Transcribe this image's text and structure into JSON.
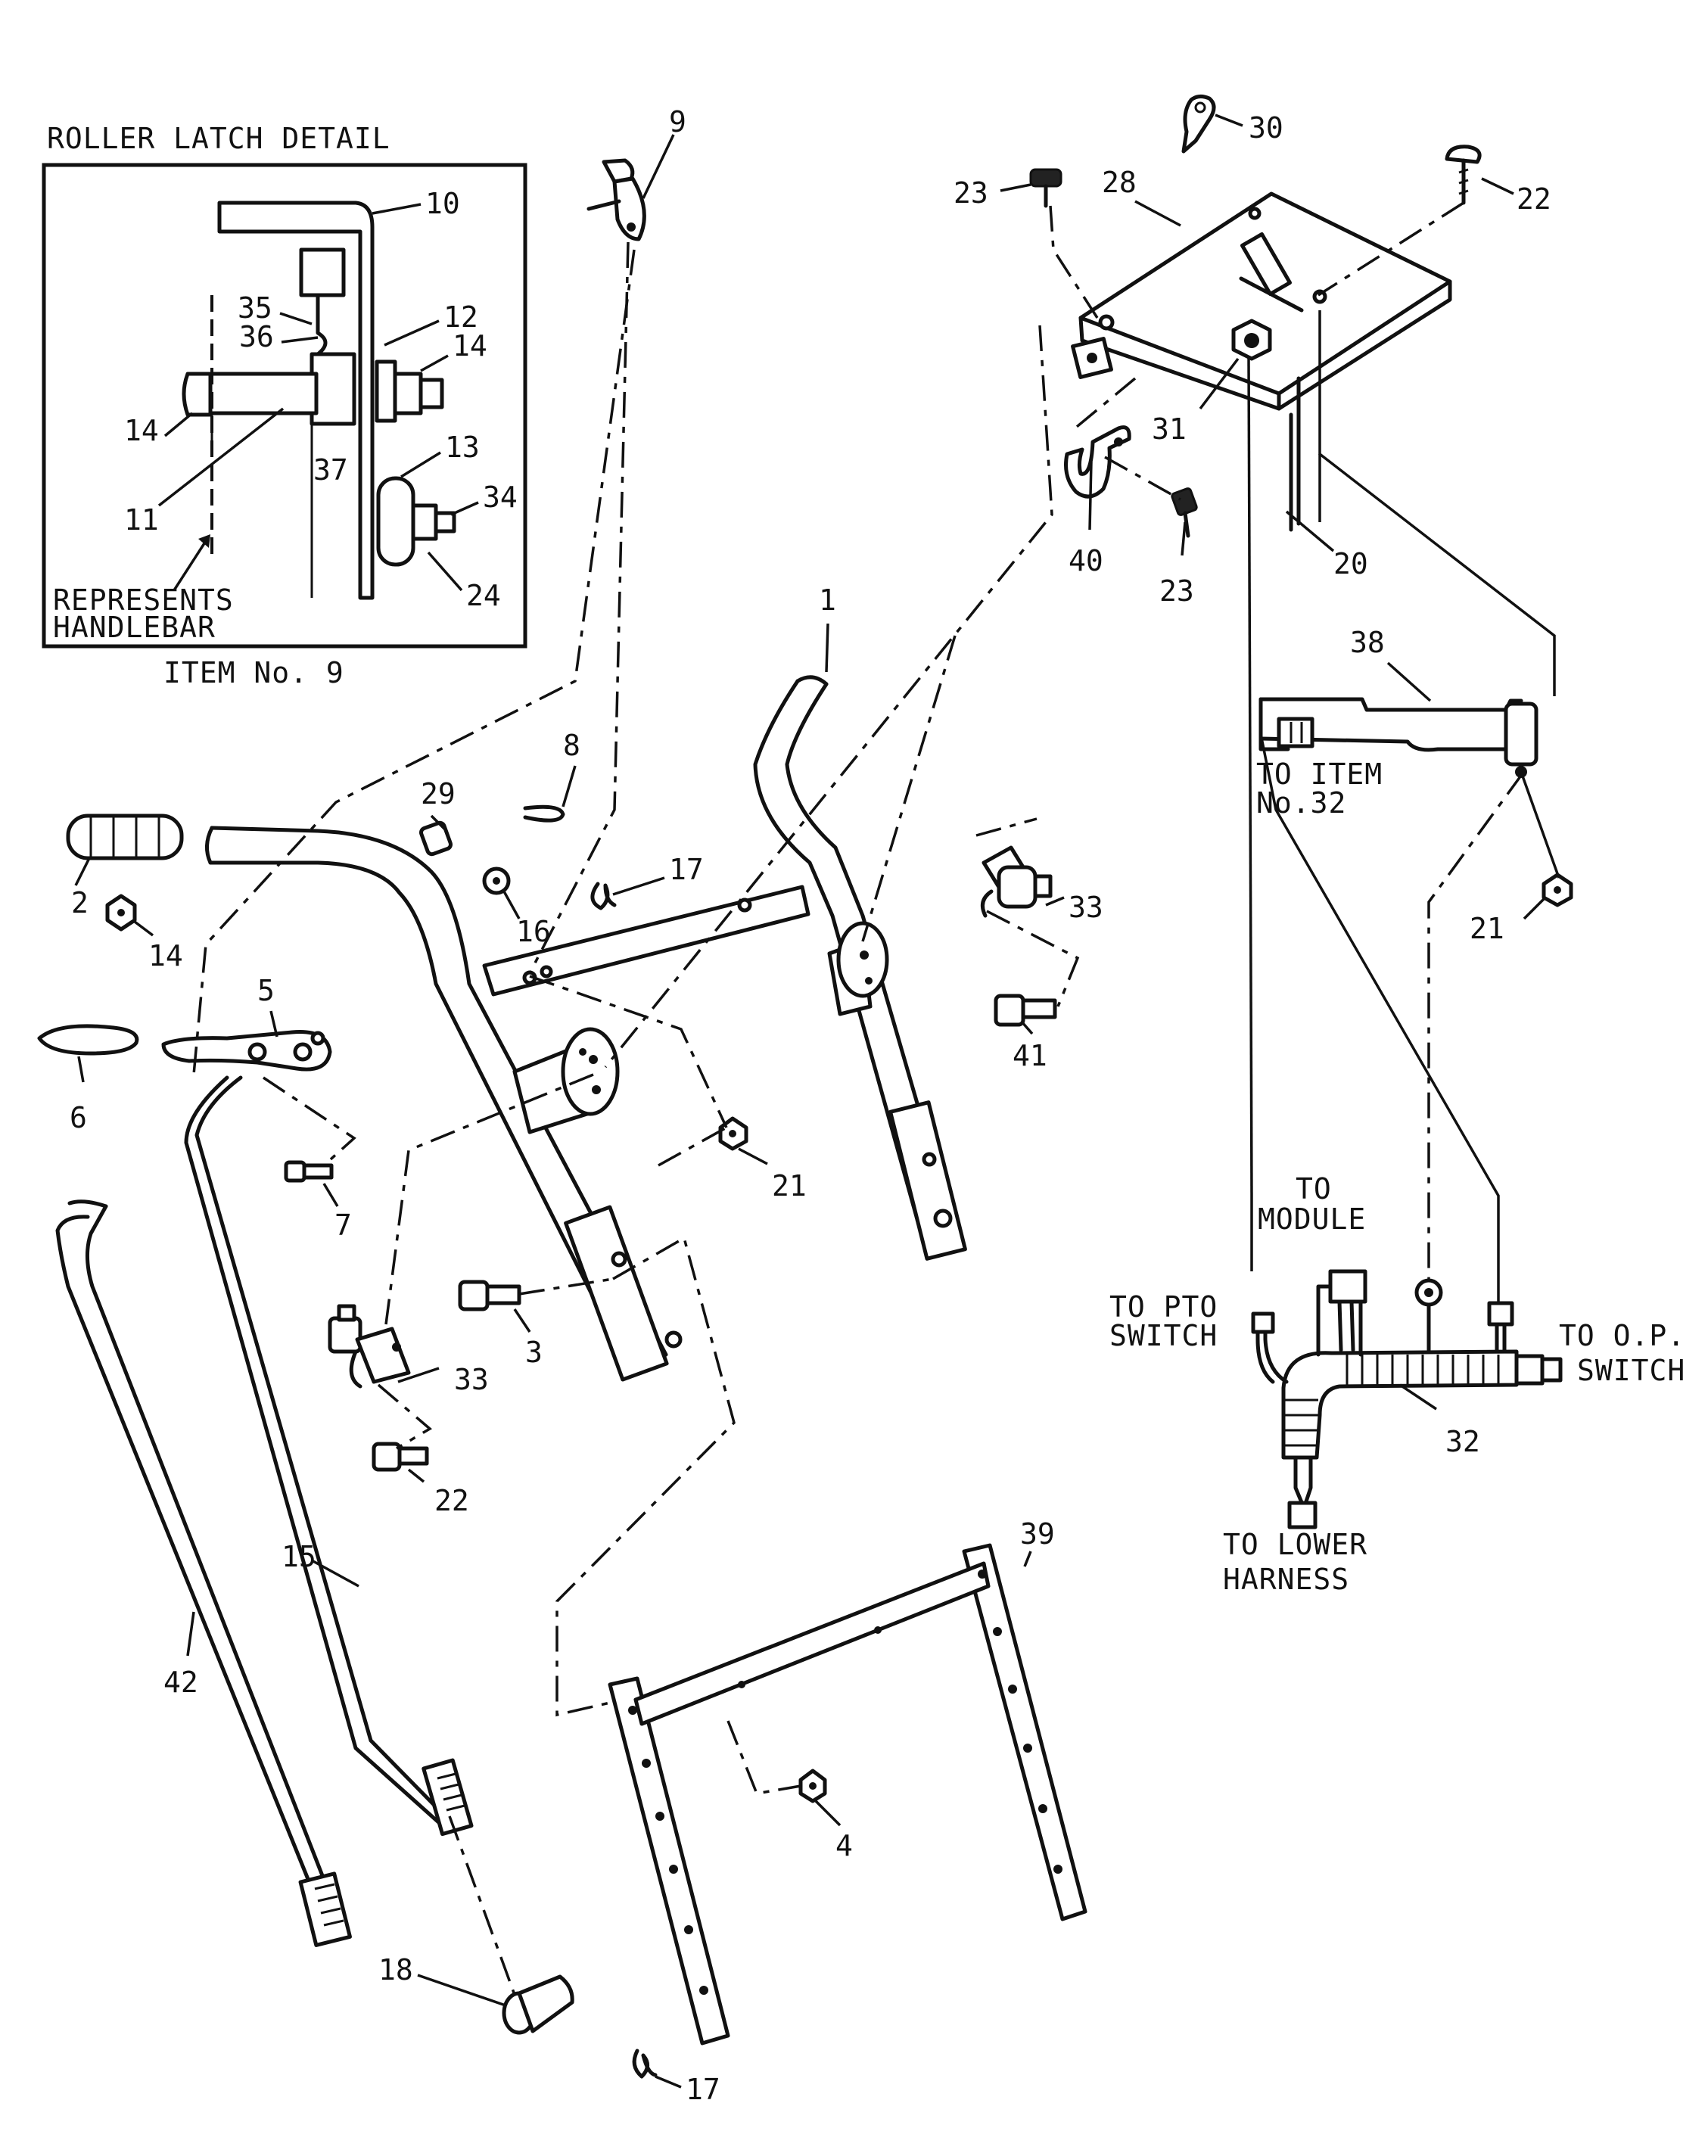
{
  "detail": {
    "title": "ROLLER LATCH DETAIL",
    "caption": "ITEM No. 9",
    "handlebar_note_line1": "REPRESENTS",
    "handlebar_note_line2": "HANDLEBAR",
    "callouts": [
      "10",
      "35",
      "36",
      "12",
      "14",
      "14",
      "11",
      "37",
      "13",
      "34",
      "24"
    ]
  },
  "connectors": {
    "to_item_line1": "TO ITEM",
    "to_item_line2": "No.32",
    "to_module_line1": "TO",
    "to_module_line2": "MODULE",
    "to_pto_line1": "TO PTO",
    "to_pto_line2": "SWITCH",
    "to_op_line1": "TO O.P.",
    "to_op_line2": "SWITCH",
    "to_lower_line1": "TO LOWER",
    "to_lower_line2": "HARNESS"
  },
  "callouts": {
    "c1": "1",
    "c2": "2",
    "c3": "3",
    "c4": "4",
    "c5": "5",
    "c6": "6",
    "c7": "7",
    "c8": "8",
    "c9": "9",
    "c14": "14",
    "c15": "15",
    "c16": "16",
    "c17a": "17",
    "c17b": "17",
    "c18": "18",
    "c20": "20",
    "c21a": "21",
    "c21b": "21",
    "c22a": "22",
    "c22b": "22",
    "c23a": "23",
    "c23b": "23",
    "c28": "28",
    "c29": "29",
    "c30": "30",
    "c31": "31",
    "c32": "32",
    "c33a": "33",
    "c33b": "33",
    "c38": "38",
    "c39": "39",
    "c40": "40",
    "c41": "41",
    "c42": "42"
  }
}
